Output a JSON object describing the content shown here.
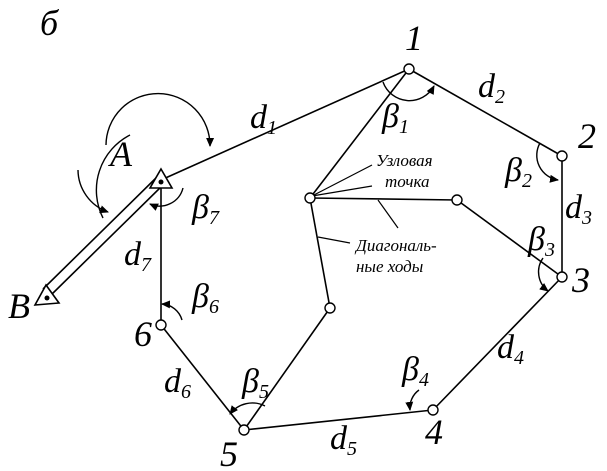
{
  "panel_letter": "б",
  "points": {
    "p1": "1",
    "p2": "2",
    "p3": "3",
    "p4": "4",
    "p5": "5",
    "p6": "6",
    "A": "A",
    "B": "B"
  },
  "sides": {
    "d1": {
      "base": "d",
      "sub": "1"
    },
    "d2": {
      "base": "d",
      "sub": "2"
    },
    "d3": {
      "base": "d",
      "sub": "3"
    },
    "d4": {
      "base": "d",
      "sub": "4"
    },
    "d5": {
      "base": "d",
      "sub": "5"
    },
    "d6": {
      "base": "d",
      "sub": "6"
    },
    "d7": {
      "base": "d",
      "sub": "7"
    }
  },
  "angles": {
    "b1": {
      "base": "β",
      "sub": "1"
    },
    "b2": {
      "base": "β",
      "sub": "2"
    },
    "b3": {
      "base": "β",
      "sub": "3"
    },
    "b4": {
      "base": "β",
      "sub": "4"
    },
    "b5": {
      "base": "β",
      "sub": "5"
    },
    "b6": {
      "base": "β",
      "sub": "6"
    },
    "b7": {
      "base": "β",
      "sub": "7"
    }
  },
  "annotations": {
    "junction_line1": "Узловая",
    "junction_line2": "точка",
    "diagonal_line1": "Диагональ-",
    "diagonal_line2": "ные ходы"
  }
}
